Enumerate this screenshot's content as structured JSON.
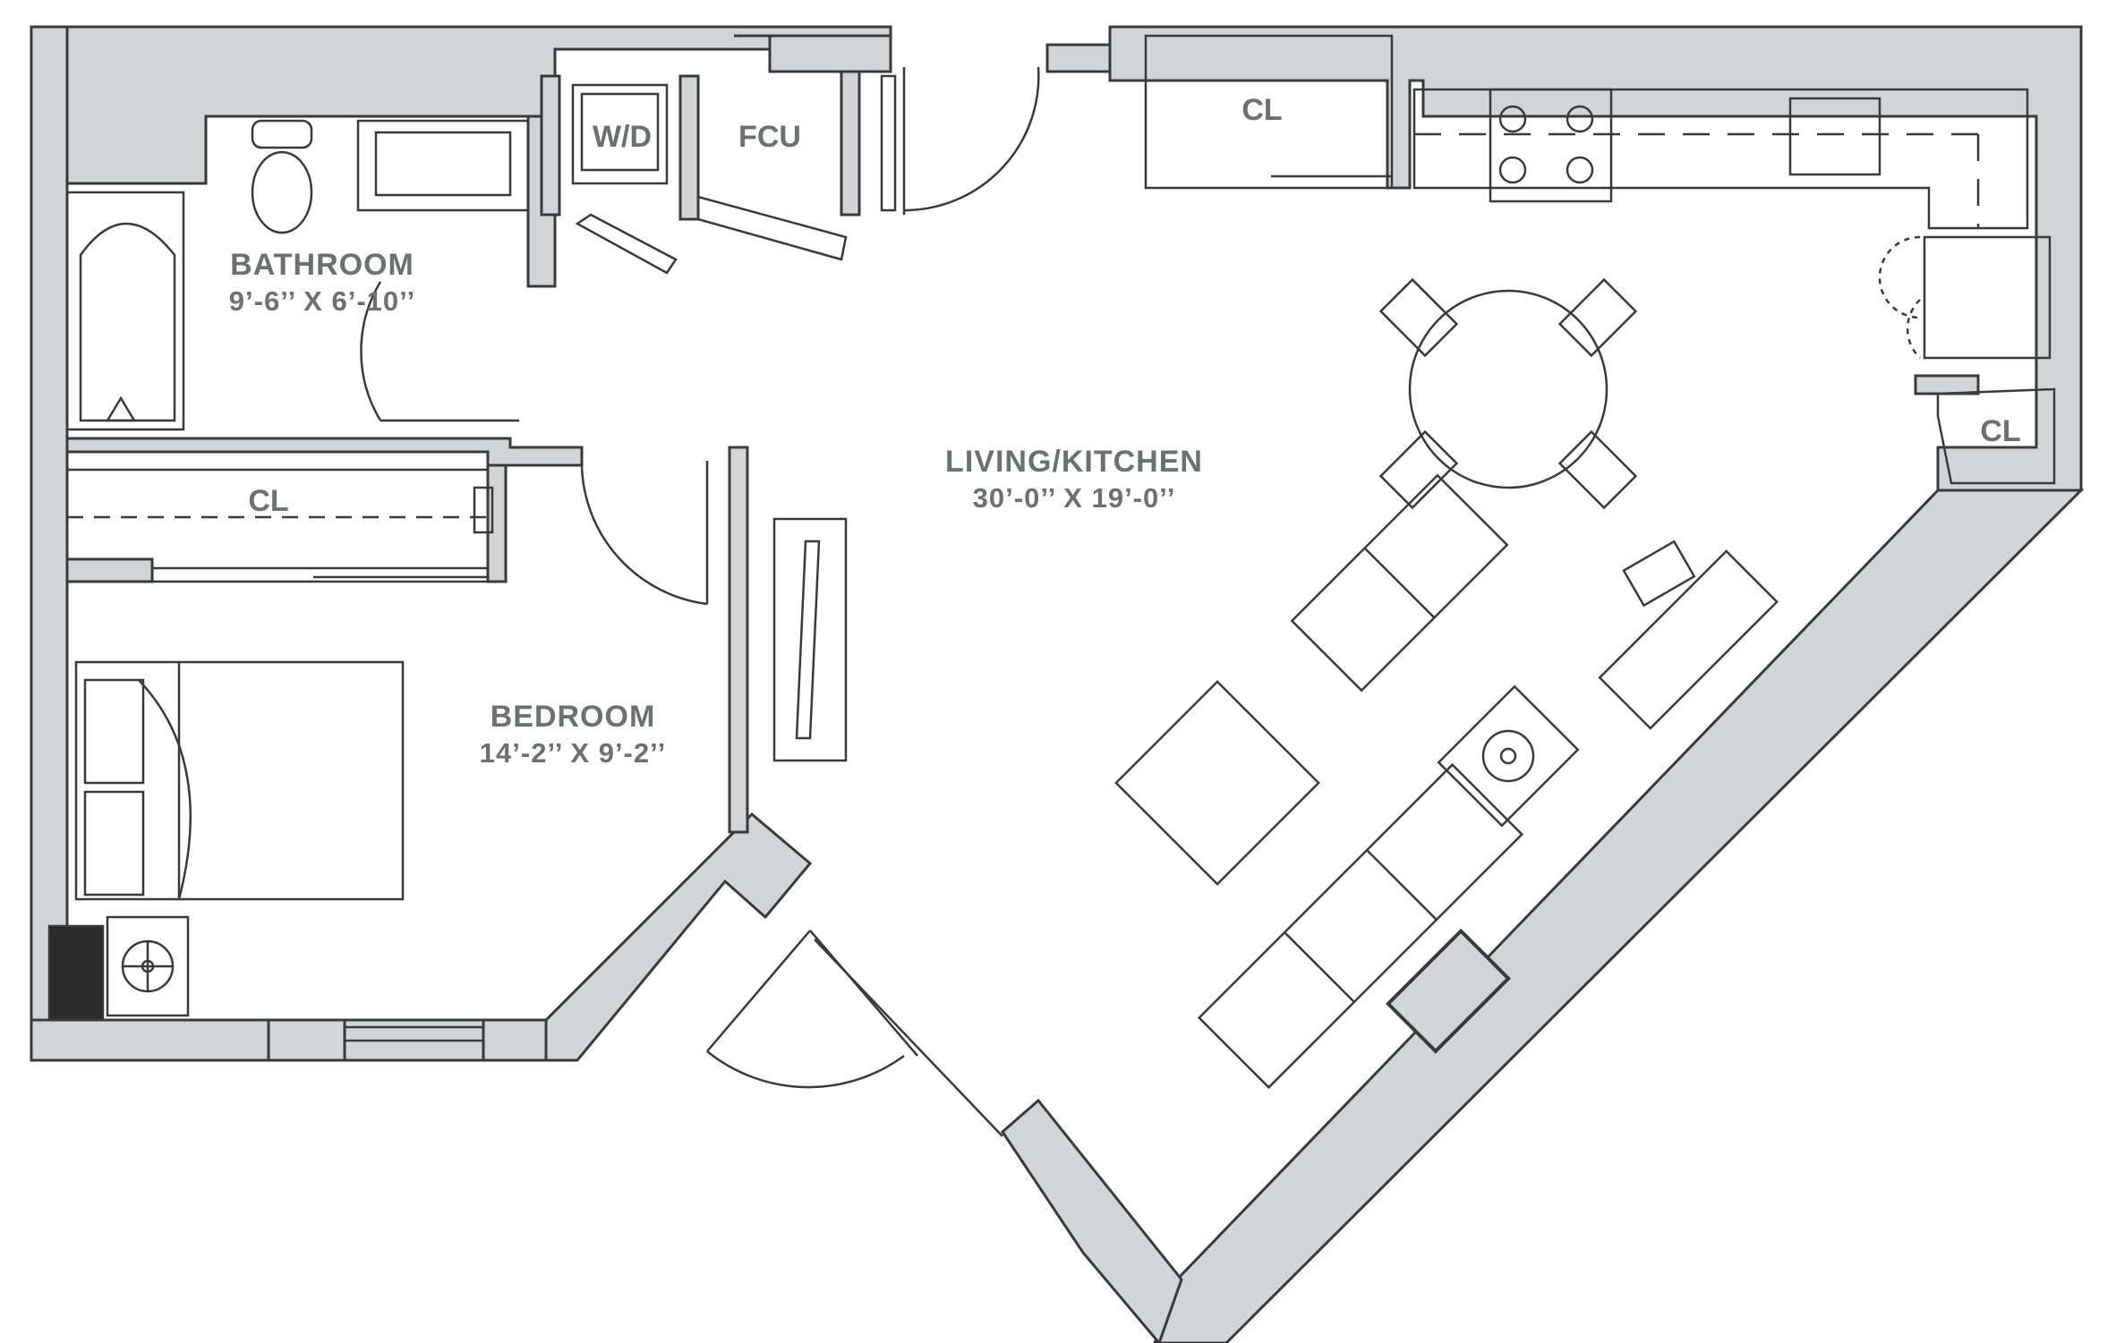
{
  "colors": {
    "wall_fill": "#d3d4d6",
    "line": "#3a3a3a",
    "label": "#6e6f71",
    "background": "#ffffff"
  },
  "rooms": {
    "bathroom": {
      "name": "BATHROOM",
      "dims": "9’-6’’ X 6’-10’’"
    },
    "bedroom": {
      "name": "BEDROOM",
      "dims": "14’-2’’ X 9’-2’’"
    },
    "living": {
      "name": "LIVING/KITCHEN",
      "dims": "30’-0’’ X 19’-0’’"
    }
  },
  "tags": {
    "wd": "W/D",
    "fcu": "FCU",
    "closet_top": "CL",
    "closet_hall": "CL",
    "closet_right": "CL"
  }
}
